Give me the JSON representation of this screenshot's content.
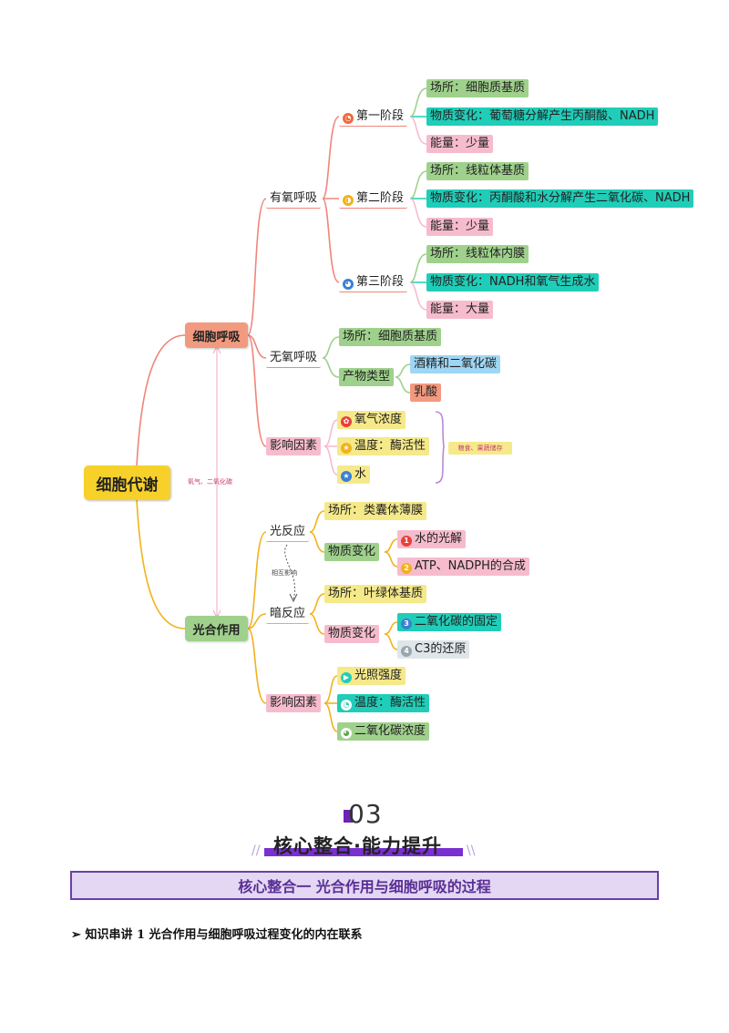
{
  "mindmap": {
    "root": "细胞代谢",
    "respiration": {
      "label": "细胞呼吸",
      "aerobic": {
        "label": "有氧呼吸",
        "stage1": {
          "label": "第一阶段",
          "place": "场所：细胞质基质",
          "change": "物质变化：葡萄糖分解产生丙酮酸、NADH",
          "energy": "能量：少量"
        },
        "stage2": {
          "label": "第二阶段",
          "place": "场所：线粒体基质",
          "change": "物质变化：丙酮酸和水分解产生二氧化碳、NADH",
          "energy": "能量：少量"
        },
        "stage3": {
          "label": "第三阶段",
          "place": "场所：线粒体内膜",
          "change": "物质变化：NADH和氧气生成水",
          "energy": "能量：大量"
        }
      },
      "anaerobic": {
        "label": "无氧呼吸",
        "place": "场所：细胞质基质",
        "products_label": "产物类型",
        "product1": "酒精和二氧化碳",
        "product2": "乳酸"
      },
      "factors": {
        "label": "影响因素",
        "f1": "氧气浓度",
        "f2": "温度：酶活性",
        "f3": "水",
        "note": "粮食、果蔬储存"
      }
    },
    "link_label": "氧气、二氧化碳",
    "photosynthesis": {
      "label": "光合作用",
      "light": {
        "label": "光反应",
        "place": "场所：类囊体薄膜",
        "change_label": "物质变化",
        "c1": "水的光解",
        "c2": "ATP、NADPH的合成"
      },
      "interaction_label": "相互影响",
      "dark": {
        "label": "暗反应",
        "place": "场所：叶绿体基质",
        "change_label": "物质变化",
        "c3": "二氧化碳的固定",
        "c4": "C3的还原"
      },
      "factors": {
        "label": "影响因素",
        "f1": "光照强度",
        "f2": "温度：酶活性",
        "f3": "二氧化碳浓度"
      }
    }
  },
  "section": {
    "number": "03",
    "title": "核心整合·能力提升",
    "box_title": "核心整合一  光合作用与细胞呼吸的过程",
    "subheading_marker": "➢",
    "subheading": "知识串讲 1  光合作用与细胞呼吸过程变化的内在联系"
  },
  "colors": {
    "respiration_branch": "#f0857a",
    "photosynthesis_branch": "#f2b21b",
    "root": "#f7d12a",
    "respiration_node": "#f29a80",
    "photosynthesis_node": "#9fd18c",
    "section_purple": "#6a23b3",
    "box_fill": "#e3d7f4"
  }
}
